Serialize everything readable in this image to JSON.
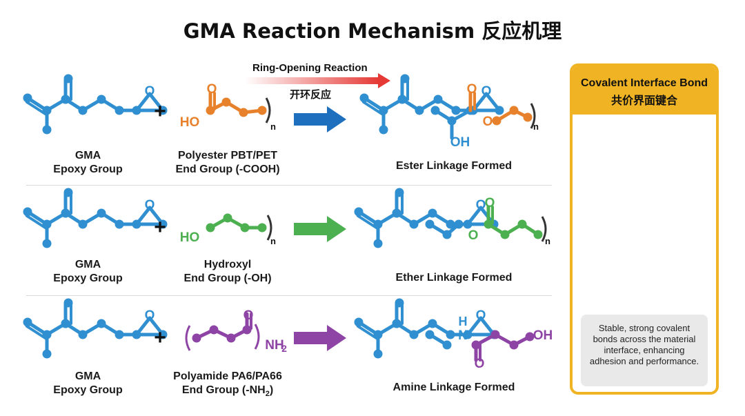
{
  "title": "GMA Reaction Mechanism 反应机理",
  "reaction_label": {
    "en": "Ring-Opening Reaction",
    "zh": "开环反应"
  },
  "atoms": {
    "O": "O",
    "HO": "HO",
    "OH": "OH",
    "N": "N",
    "H": "H",
    "NH2": "NH",
    "sub2": "2",
    "n": "n"
  },
  "rows": [
    {
      "reactant_a": [
        "GMA",
        "Epoxy Group"
      ],
      "reactant_b": [
        "Polyester PBT/PET",
        "End Group (-COOH)"
      ],
      "product": "Ester Linkage Formed",
      "color": "#e8812c",
      "arrow_color": "#1f6fbf"
    },
    {
      "reactant_a": [
        "GMA",
        "Epoxy Group"
      ],
      "reactant_b": [
        "Hydroxyl",
        "End Group (-OH)"
      ],
      "product": "Ether Linkage Formed",
      "color": "#4caf50",
      "arrow_color": "#4caf50"
    },
    {
      "reactant_a": [
        "GMA",
        "Epoxy Group"
      ],
      "reactant_b": [
        "Polyamide PA6/PA66",
        "End Group (-NH"
      ],
      "reactant_b_sub": "2",
      "reactant_b_tail": ")",
      "product": "Amine Linkage Formed",
      "color": "#8e44a5",
      "arrow_color": "#8e44a5"
    }
  ],
  "plus": "+",
  "panel": {
    "title_en": "Covalent Interface Bond",
    "title_zh": "共价界面键合",
    "note": "Stable, strong covalent bonds across the material interface, enhancing adhesion and performance.",
    "accent": "#f0b323"
  },
  "colors": {
    "gma": "#2f8fd0",
    "gma_dark": "#1f6fb0",
    "red": "#e53935"
  }
}
